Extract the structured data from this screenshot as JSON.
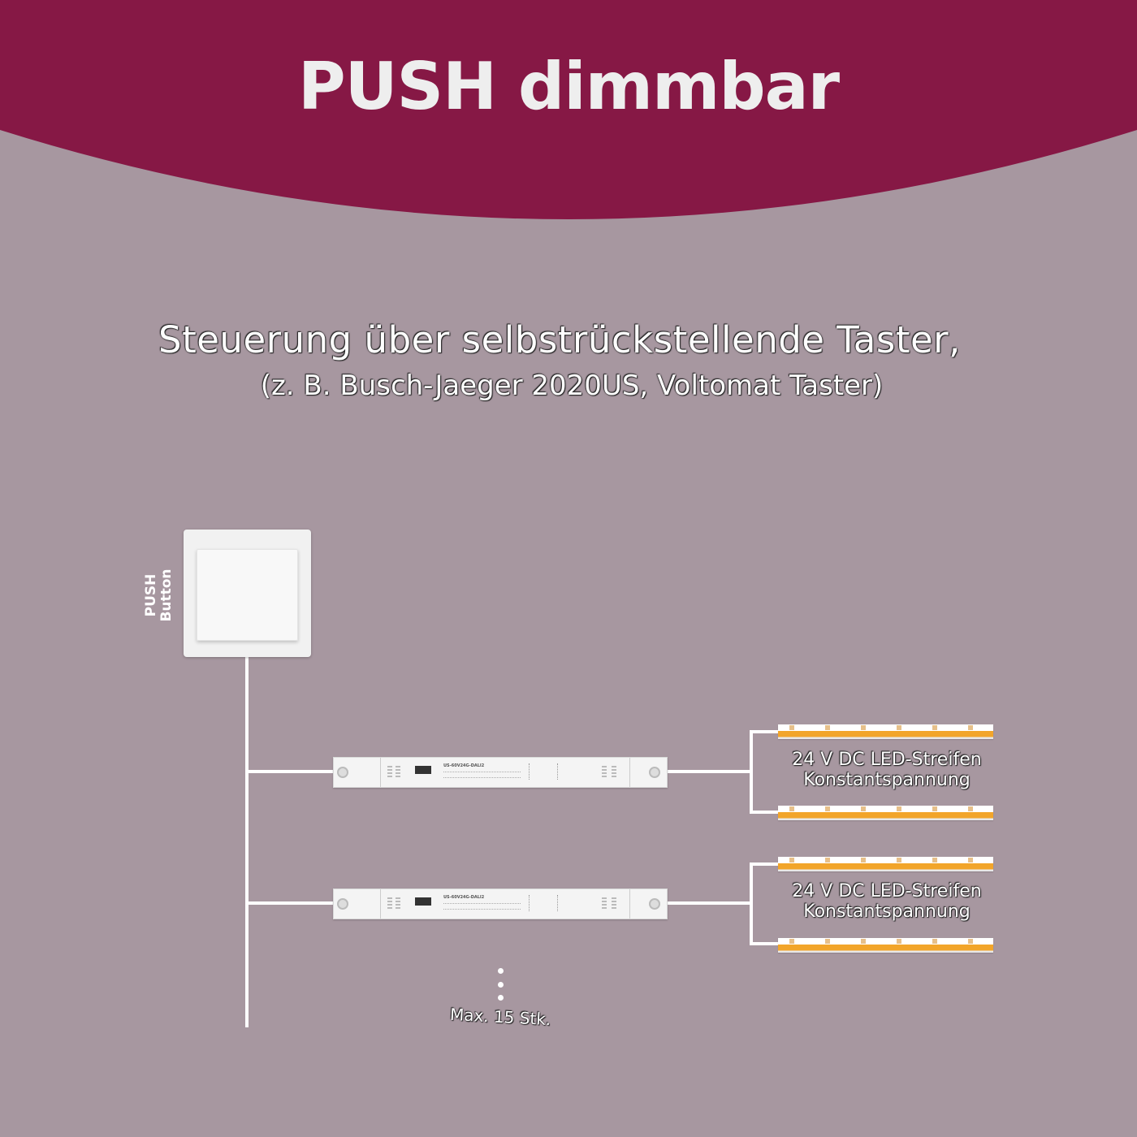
{
  "header": {
    "title": "PUSH dimmbar",
    "color": "#861845"
  },
  "background_color": "#a797a0",
  "subtitle": {
    "line1": "Steuerung über selbstrückstellende Taster,",
    "line2": "(z. B. Busch-Jaeger 2020US, Voltomat Taster)"
  },
  "push_button": {
    "label_line1": "PUSH",
    "label_line2": "Button"
  },
  "drivers": [
    {
      "model": "US-60V24G-DALI2"
    },
    {
      "model": "US-60V24G-DALI2"
    }
  ],
  "led_groups": [
    {
      "label_line1": "24 V DC LED-Streifen",
      "label_line2": "Konstantspannung",
      "strip_color": "#f2a52a"
    },
    {
      "label_line1": "24 V DC LED-Streifen",
      "label_line2": "Konstantspannung",
      "strip_color": "#f2a52a"
    }
  ],
  "max_note": "Max. 15 Stk."
}
